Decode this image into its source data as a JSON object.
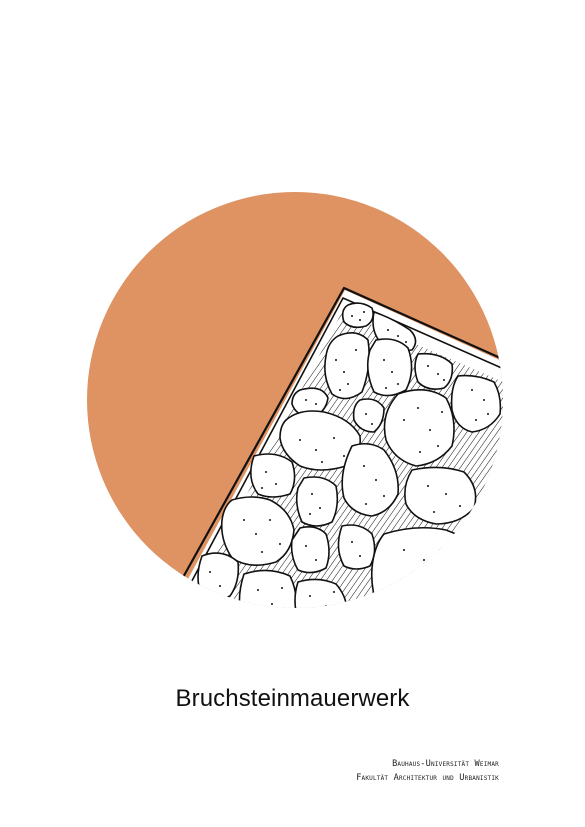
{
  "title": "Bruchsteinmauerwerk",
  "credits": {
    "line1": "Bauhaus-Universität Weimar",
    "line2": "Fakultät Architektur und Urbanistik"
  },
  "colors": {
    "accent": "#df9262",
    "ink": "#111111",
    "background": "#ffffff"
  }
}
